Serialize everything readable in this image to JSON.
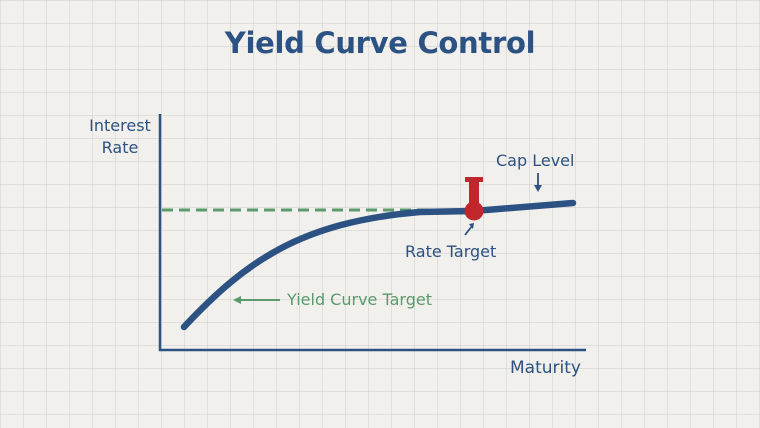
{
  "title": "Yield Curve Control",
  "colors": {
    "primary": "#2b5282",
    "accent_green": "#5a9a6c",
    "marker_red": "#c0272d",
    "background": "#f1f0ed"
  },
  "axes": {
    "y_label_line1": "Interest",
    "y_label_line2": "Rate",
    "x_label": "Maturity"
  },
  "annotations": {
    "cap_level": "Cap Level",
    "rate_target": "Rate Target",
    "yield_curve_target": "Yield Curve Target"
  },
  "chart_data": {
    "type": "line",
    "title": "Yield Curve Control",
    "xlabel": "Maturity",
    "ylabel": "Interest Rate",
    "grid": false,
    "series": [
      {
        "name": "Yield curve",
        "shape": "concave, rising and flattening",
        "color": "#2b5282"
      },
      {
        "name": "Cap level (dashed)",
        "style": "dashed horizontal",
        "color": "#5a9a6c"
      }
    ],
    "annotations": [
      {
        "text": "Cap Level",
        "points_to": "flat long end of curve"
      },
      {
        "text": "Rate Target",
        "points_to": "red marker where curve meets cap"
      },
      {
        "text": "Yield Curve Target",
        "points_to": "rising curve"
      }
    ]
  }
}
